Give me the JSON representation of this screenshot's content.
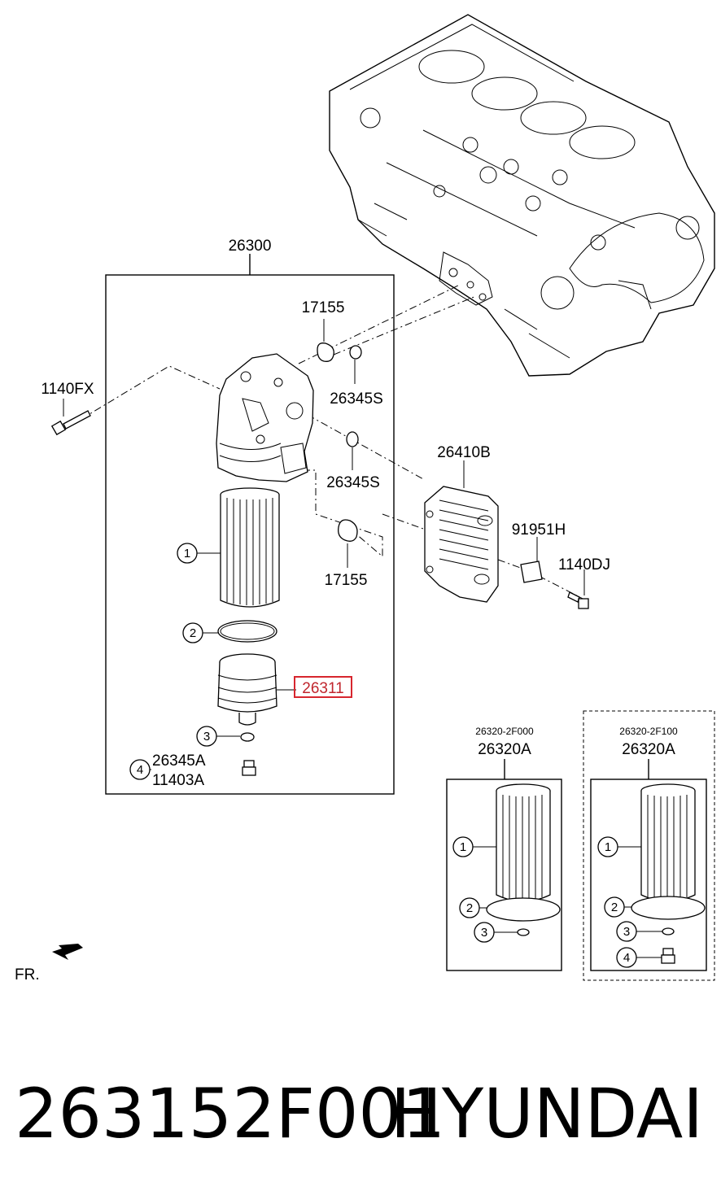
{
  "callouts": {
    "module": "26300",
    "seal_top": "17155",
    "bolt_left": "1140FX",
    "oring_top": "26345S",
    "oring_mid": "26345S",
    "cooler": "26410B",
    "bracket": "91951H",
    "bolt_right": "1140DJ",
    "seal_bottom": "17155",
    "cap_highlight": "26311",
    "drain_a": "26345A",
    "drain_b": "11403A"
  },
  "index_markers": {
    "main": [
      "1",
      "2",
      "3",
      "4"
    ],
    "kit1": [
      "1",
      "2",
      "3"
    ],
    "kit2": [
      "1",
      "2",
      "3",
      "4"
    ]
  },
  "kits": [
    {
      "code": "26320-2F000",
      "part": "26320A"
    },
    {
      "code": "26320-2F100",
      "part": "26320A"
    }
  ],
  "front_label": "FR.",
  "footer": {
    "part_number": "263152F001",
    "brand": "HYUNDAI"
  },
  "colors": {
    "highlight": "#c0262d",
    "line": "#000000"
  }
}
